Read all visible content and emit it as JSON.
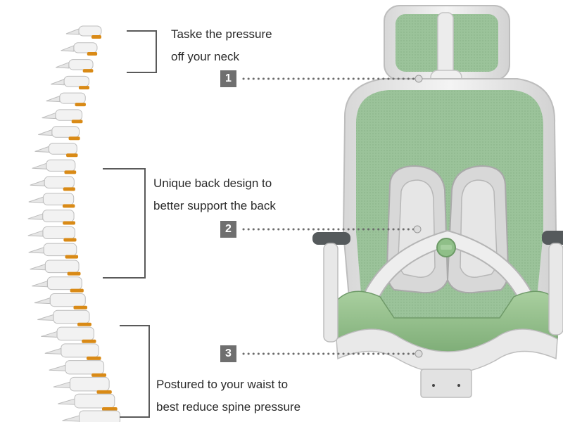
{
  "callouts": [
    {
      "number": "1",
      "line1": "Taske the pressure",
      "line2": "off your neck"
    },
    {
      "number": "2",
      "line1": "Unique back design to",
      "line2": "better support the back"
    },
    {
      "number": "3",
      "line1": "Postured to your waist to",
      "line2": "best reduce spine pressure"
    }
  ],
  "colors": {
    "mesh": "#9bc39a",
    "frame": "#e6e6e6",
    "badge": "#6f6f6f",
    "bone": "#f2f2f2",
    "disc": "#d98a16",
    "text": "#2a2a2a"
  },
  "illustrations": [
    "spine-illustration",
    "office-chair-illustration"
  ]
}
